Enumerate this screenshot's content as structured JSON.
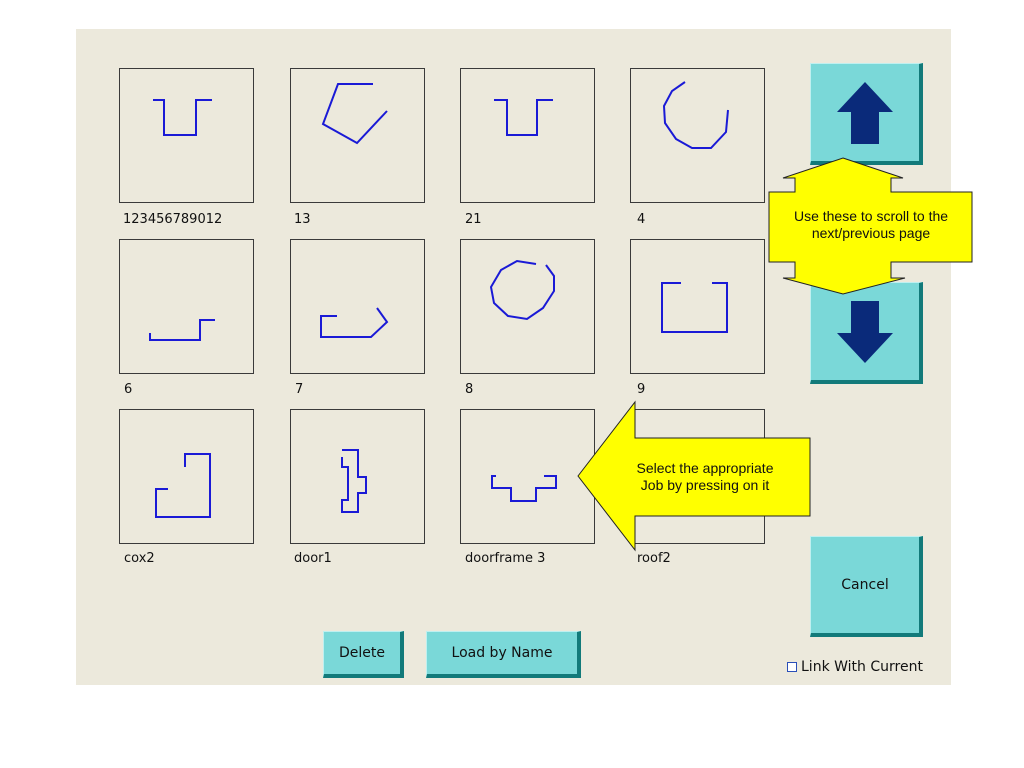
{
  "jobs": [
    {
      "name": "123456789012",
      "icon": "u-channel-shape-icon"
    },
    {
      "name": "13",
      "icon": "pentagon-shape-icon"
    },
    {
      "name": "21",
      "icon": "u-channel-shape-icon"
    },
    {
      "name": "4",
      "icon": "circle-shape-icon"
    },
    {
      "name": "6",
      "icon": "z-flashing-shape-icon"
    },
    {
      "name": "7",
      "icon": "tray-shape-icon"
    },
    {
      "name": "8",
      "icon": "circle-shape-icon"
    },
    {
      "name": "9",
      "icon": "box-channel-shape-icon"
    },
    {
      "name": "cox2",
      "icon": "bracket-shape-icon"
    },
    {
      "name": "door1",
      "icon": "door-profile-shape-icon"
    },
    {
      "name": "doorframe 3",
      "icon": "doorframe-shape-icon"
    },
    {
      "name": "roof2",
      "icon": "roof-shape-icon"
    }
  ],
  "buttons": {
    "delete": "Delete",
    "load_by_name": "Load by Name",
    "cancel": "Cancel",
    "scroll_up_icon": "up-arrow-icon",
    "scroll_down_icon": "down-arrow-icon"
  },
  "link_with_current": "Link With Current",
  "callouts": {
    "scroll_line1": "Use these to scroll to the",
    "scroll_line2": "next/previous page",
    "select_line1": "Select the appropriate",
    "select_line2": "Job  by pressing on it"
  },
  "colors": {
    "panel_bg": "#ece9dc",
    "button_face": "#7ad8d8",
    "button_shadow": "#127a7a",
    "arrow": "#0a2a7a",
    "shape_stroke": "#1a1ad6",
    "callout_fill": "#ffff00"
  }
}
